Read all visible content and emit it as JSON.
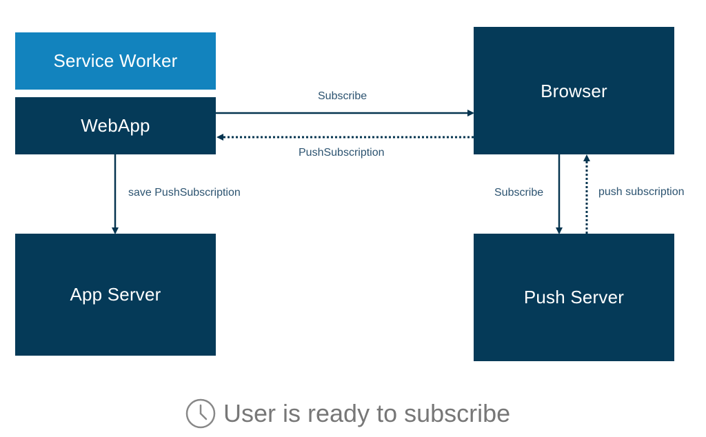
{
  "colors": {
    "box_dark": "#053a58",
    "box_light": "#1283be",
    "arrow": "#05344f",
    "label": "#2c5370",
    "caption": "#777777"
  },
  "boxes": {
    "service_worker": "Service Worker",
    "webapp": "WebApp",
    "app_server": "App Server",
    "browser": "Browser",
    "push_server": "Push Server"
  },
  "edges": {
    "webapp_to_browser": "Subscribe",
    "browser_to_webapp": "PushSubscription",
    "webapp_to_app_server": "save PushSubscription",
    "browser_to_push_server": "Subscribe",
    "push_server_to_browser": "push subscription"
  },
  "caption": {
    "icon": "clock-icon",
    "text": "User is ready to subscribe"
  }
}
